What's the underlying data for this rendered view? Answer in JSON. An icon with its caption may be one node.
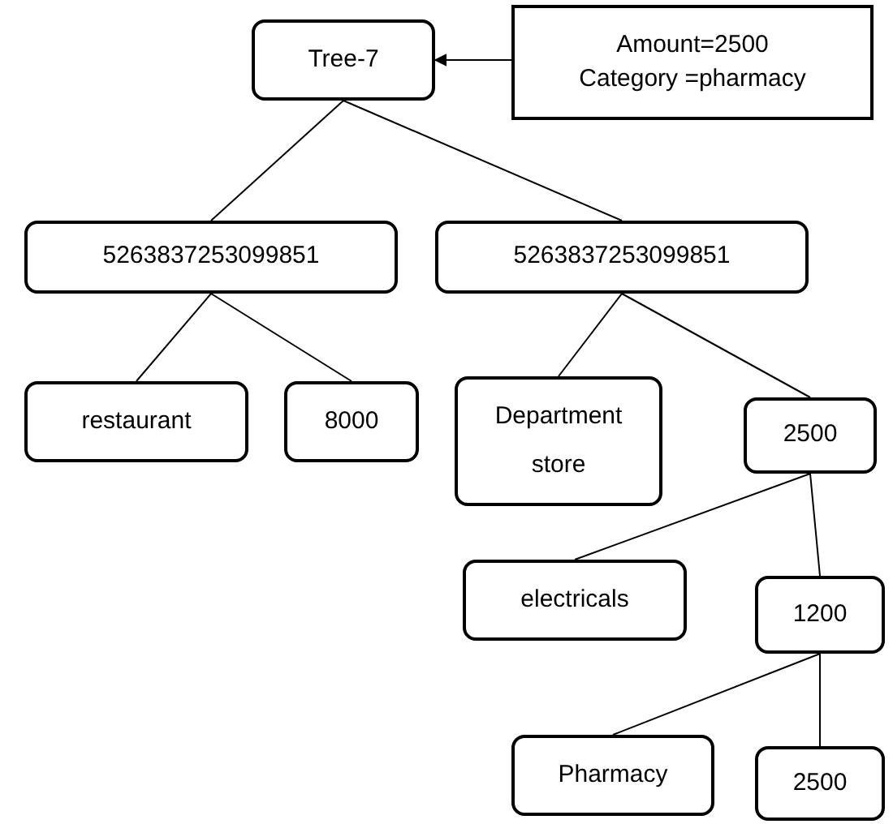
{
  "diagram": {
    "nodes": [
      {
        "text": [
          "Tree-7"
        ]
      },
      {
        "text": [
          "Amount=2500",
          "Category =pharmacy"
        ]
      },
      {
        "text": [
          "5263837253099851"
        ]
      },
      {
        "text": [
          "5263837253099851"
        ]
      },
      {
        "text": [
          "restaurant"
        ]
      },
      {
        "text": [
          "8000"
        ]
      },
      {
        "text": [
          "Department store"
        ]
      },
      {
        "text": [
          "2500"
        ]
      },
      {
        "text": [
          "electricals"
        ]
      },
      {
        "text": [
          "1200"
        ]
      },
      {
        "text": [
          "Pharmacy"
        ]
      },
      {
        "text": [
          "2500"
        ]
      }
    ],
    "edges": [
      {
        "from": 1,
        "to": 0,
        "arrow": "to"
      },
      {
        "from": 0,
        "to": 2,
        "arrow": "none"
      },
      {
        "from": 0,
        "to": 3,
        "arrow": "none"
      },
      {
        "from": 2,
        "to": 4,
        "arrow": "none"
      },
      {
        "from": 2,
        "to": 5,
        "arrow": "none"
      },
      {
        "from": 3,
        "to": 6,
        "arrow": "none"
      },
      {
        "from": 3,
        "to": 7,
        "arrow": "none"
      },
      {
        "from": 7,
        "to": 8,
        "arrow": "none"
      },
      {
        "from": 7,
        "to": 9,
        "arrow": "none"
      },
      {
        "from": 9,
        "to": 10,
        "arrow": "none"
      },
      {
        "from": 9,
        "to": 11,
        "arrow": "none"
      }
    ]
  }
}
